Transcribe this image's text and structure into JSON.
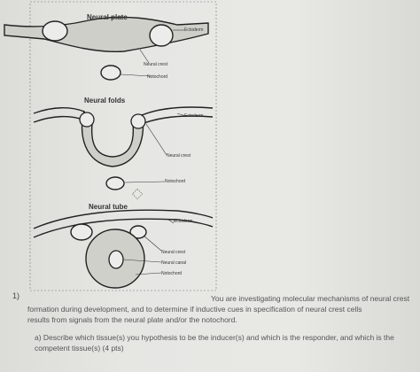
{
  "figure": {
    "stage1": {
      "title": "Neural plate",
      "labels": {
        "ectoderm": "Ectoderm",
        "neural_crest": "Neural crest",
        "notochord": "Notochord"
      }
    },
    "stage2": {
      "title": "Neural folds",
      "labels": {
        "ectoderm": "Ectoderm",
        "neural_crest": "Neural crest",
        "notochord": "Notochord"
      }
    },
    "stage3": {
      "title": "Neural tube",
      "labels": {
        "ectoderm": "Ectoderm",
        "neural_crest": "Neural crest",
        "neural_canal": "Neural canal",
        "notochord": "Notochord"
      }
    }
  },
  "question": {
    "number": "1)",
    "line1": "You are investigating molecular mechanisms of neural crest",
    "line2": "formation during development, and to determine if inductive cues in specification of neural crest cells",
    "line3": "results from signals from the neural plate and/or the notochord.",
    "part_a": "a) Describe which tissue(s) you hypothesis to be the inducer(s) and which is the responder, and which is the competent tissue(s) (4 pts)"
  }
}
